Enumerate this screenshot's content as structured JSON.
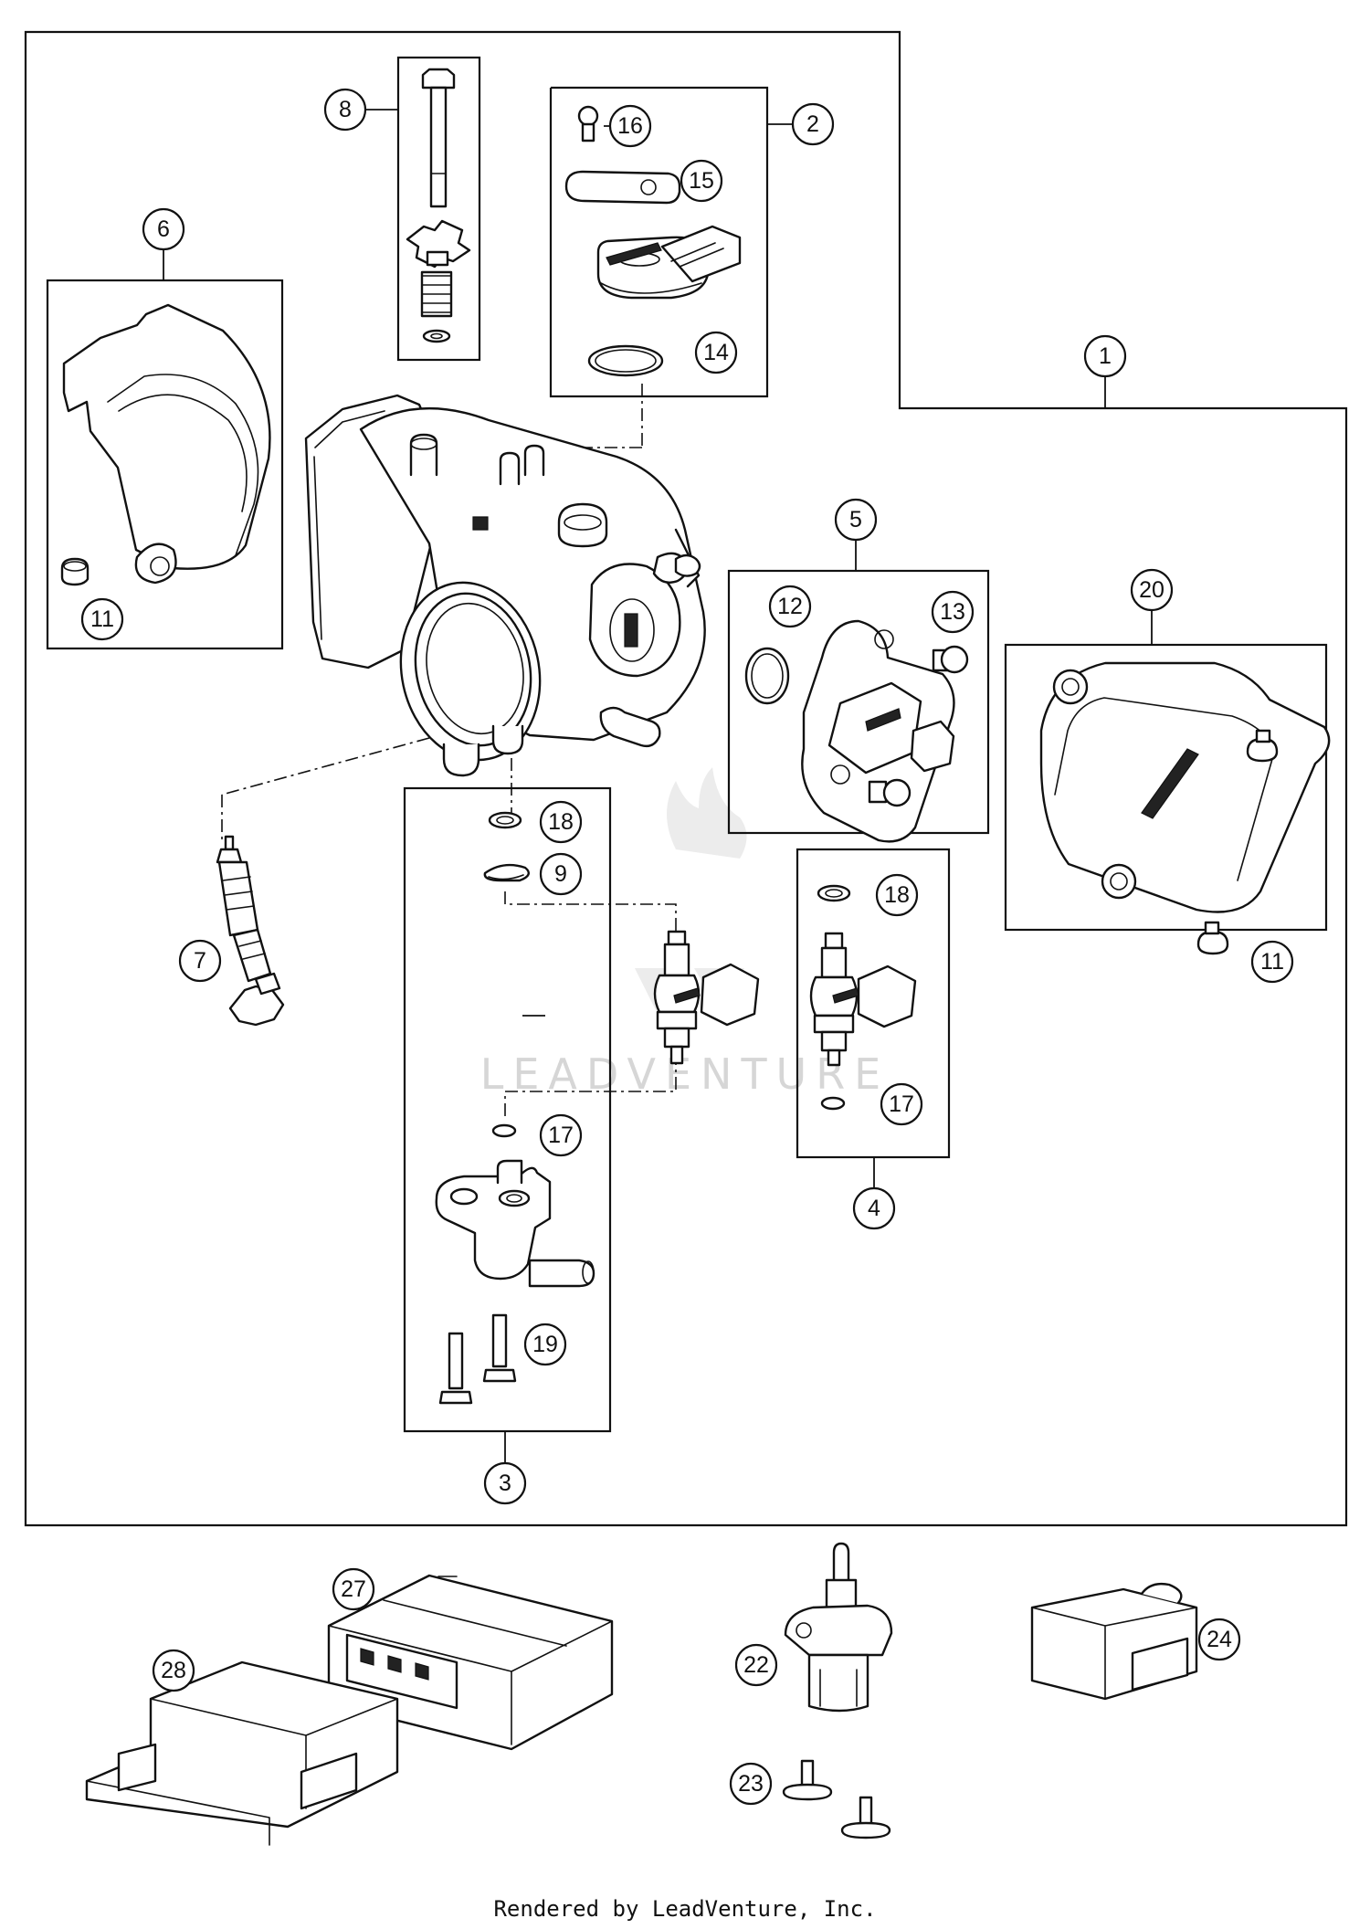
{
  "callouts": {
    "c1": "1",
    "c2": "2",
    "c3": "3",
    "c4": "4",
    "c5": "5",
    "c6": "6",
    "c7": "7",
    "c8": "8",
    "c9": "9",
    "c11a": "11",
    "c11b": "11",
    "c12": "12",
    "c13": "13",
    "c14": "14",
    "c15": "15",
    "c16": "16",
    "c17a": "17",
    "c17b": "17",
    "c18a": "18",
    "c18b": "18",
    "c19": "19",
    "c20": "20",
    "c22": "22",
    "c23": "23",
    "c24": "24",
    "c27": "27",
    "c28": "28"
  },
  "watermark": "LEADVENTURE",
  "footer": "Rendered by LeadVenture, Inc.",
  "colors": {
    "line": "#111111",
    "watermark": "#d6d6d6",
    "background": "#ffffff"
  }
}
